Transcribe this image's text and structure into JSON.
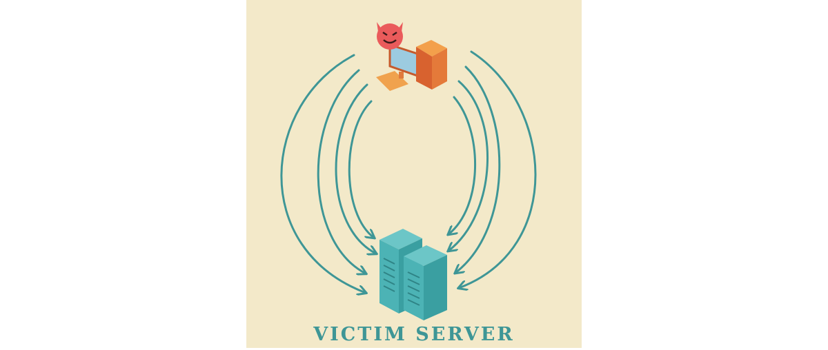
{
  "diagram": {
    "title": "VICTIM SERVER",
    "nodes": [
      {
        "id": "attacker",
        "label": "",
        "icon": "devil-face-icon",
        "type": "computer"
      },
      {
        "id": "victim",
        "label": "VICTIM SERVER",
        "icon": "server-rack-icon",
        "type": "server"
      }
    ],
    "edges": [
      {
        "from": "attacker",
        "to": "victim",
        "side": "left",
        "count": 4
      },
      {
        "from": "attacker",
        "to": "victim",
        "side": "right",
        "count": 4
      }
    ],
    "colors": {
      "background": "#f3e9c9",
      "arrow": "#3e9696",
      "server": "#4cb3b5",
      "computer": "#e07a3d",
      "devil": "#ea5b5b"
    }
  }
}
